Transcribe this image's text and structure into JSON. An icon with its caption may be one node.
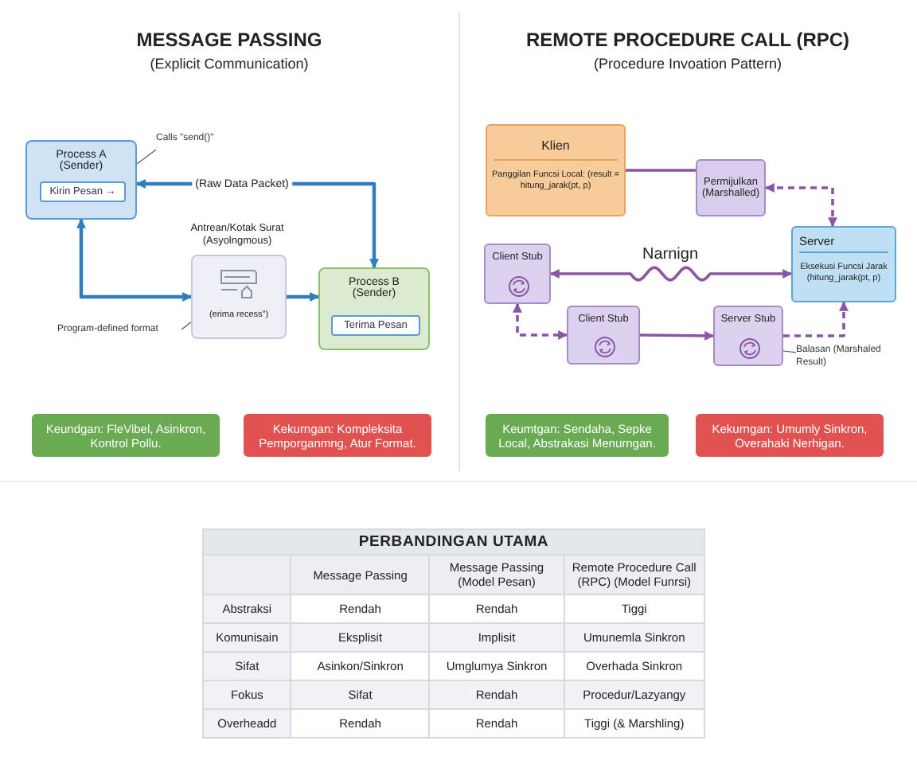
{
  "diagram": {
    "nodes": [
      {
        "text": [
          "Process A (Sender)"
        ]
      },
      {
        "text": [
          "Kirin Pesan →"
        ],
        "in": 0
      },
      {
        "text": [
          "Antrean/Kotak Surat (Asyolngmous)",
          "(erima recess\")"
        ]
      },
      {
        "text": [
          "Process B (Sender)"
        ]
      },
      {
        "text": [
          "Terima Pesan"
        ],
        "in": 3
      },
      {
        "text": [
          "Calls \"send()\""
        ]
      },
      {
        "text": [
          "Program-defined format"
        ]
      },
      {
        "text": [
          "Keundgan: FleVibel, Asinkron, Kontrol Pollu."
        ]
      },
      {
        "text": [
          "Kekurngan: Kompleksita Pemporganmng, Atur Format."
        ]
      },
      {
        "text": [
          "Klien",
          "Panggilan Funcsi Local: (result = hitung_jarak(pt, p)"
        ]
      },
      {
        "text": [
          "Permijulkan (Marshalled)"
        ]
      },
      {
        "text": [
          "Server",
          "Eksekusi Funcsi Jarak (hitung_jarak(pt, p)"
        ]
      },
      {
        "text": [
          "Client Stub"
        ]
      },
      {
        "text": [
          "Client Stub"
        ]
      },
      {
        "text": [
          "Server Stub"
        ]
      },
      {
        "text": [
          "Balasan (Marshaled Result)"
        ]
      },
      {
        "text": [
          "Keumtgan: Sendaha, Sepke Local, Abstrakasi Menurngan."
        ]
      },
      {
        "text": [
          "Kekurngan: Umumly Sinkron, Overahaki Nerhigan."
        ]
      }
    ],
    "edges": [
      {
        "from": 5,
        "to": 0,
        "arrow": "none"
      },
      {
        "from": 0,
        "to": 3,
        "arrow": "both",
        "label": "(Raw Data Packet)",
        "color": "#2f7dc1"
      },
      {
        "from": 0,
        "to": 2,
        "arrow": "both",
        "color": "#2f7dc1"
      },
      {
        "from": 2,
        "to": 3,
        "arrow": "to",
        "color": "#2f7dc1"
      },
      {
        "from": 6,
        "to": 2,
        "arrow": "none"
      },
      {
        "from": 9,
        "to": 10,
        "arrow": "none",
        "color": "#8b55a6"
      },
      {
        "from": 10,
        "to": 11,
        "arrow": "both",
        "style": "dashed",
        "color": "#8b55a6"
      },
      {
        "from": 12,
        "to": 11,
        "arrow": "both",
        "label": "Narnign",
        "color": "#8b55a6"
      },
      {
        "from": 12,
        "to": 13,
        "arrow": "both",
        "style": "dashed",
        "color": "#8b55a6"
      },
      {
        "from": 13,
        "to": 14,
        "arrow": "to",
        "color": "#8b55a6"
      },
      {
        "from": 14,
        "to": 11,
        "arrow": "to",
        "style": "dashed",
        "color": "#8b55a6"
      },
      {
        "from": 15,
        "to": 14,
        "arrow": "none"
      }
    ],
    "labels": [
      "MESSAGE PASSING",
      "(Explicit Communication)",
      "REMOTE PROCEDURE CALL (RPC)",
      "(Procedure Invoation Pattern)",
      "PERBANDINGAN UTAMA",
      "Message Passing",
      "Message Passing (Model Pesan)",
      "Remote Procedure Call (RPC) (Model Funrsi)",
      "Abstraksi",
      "Rendah",
      "Rendah",
      "Tiggi",
      "Komunisain",
      "Eksplisit",
      "Implisit",
      "Umunemla Sinkron",
      "Sifat",
      "Asinkon/Sinkron",
      "Umglumya Sinkron",
      "Overhada Sinkron",
      "Fokus",
      "Sifat",
      "Rendah",
      "Procedur/Lazyangy",
      "Overheadd",
      "Rendah",
      "Rendah",
      "Tiggi (& Marshling)"
    ]
  }
}
